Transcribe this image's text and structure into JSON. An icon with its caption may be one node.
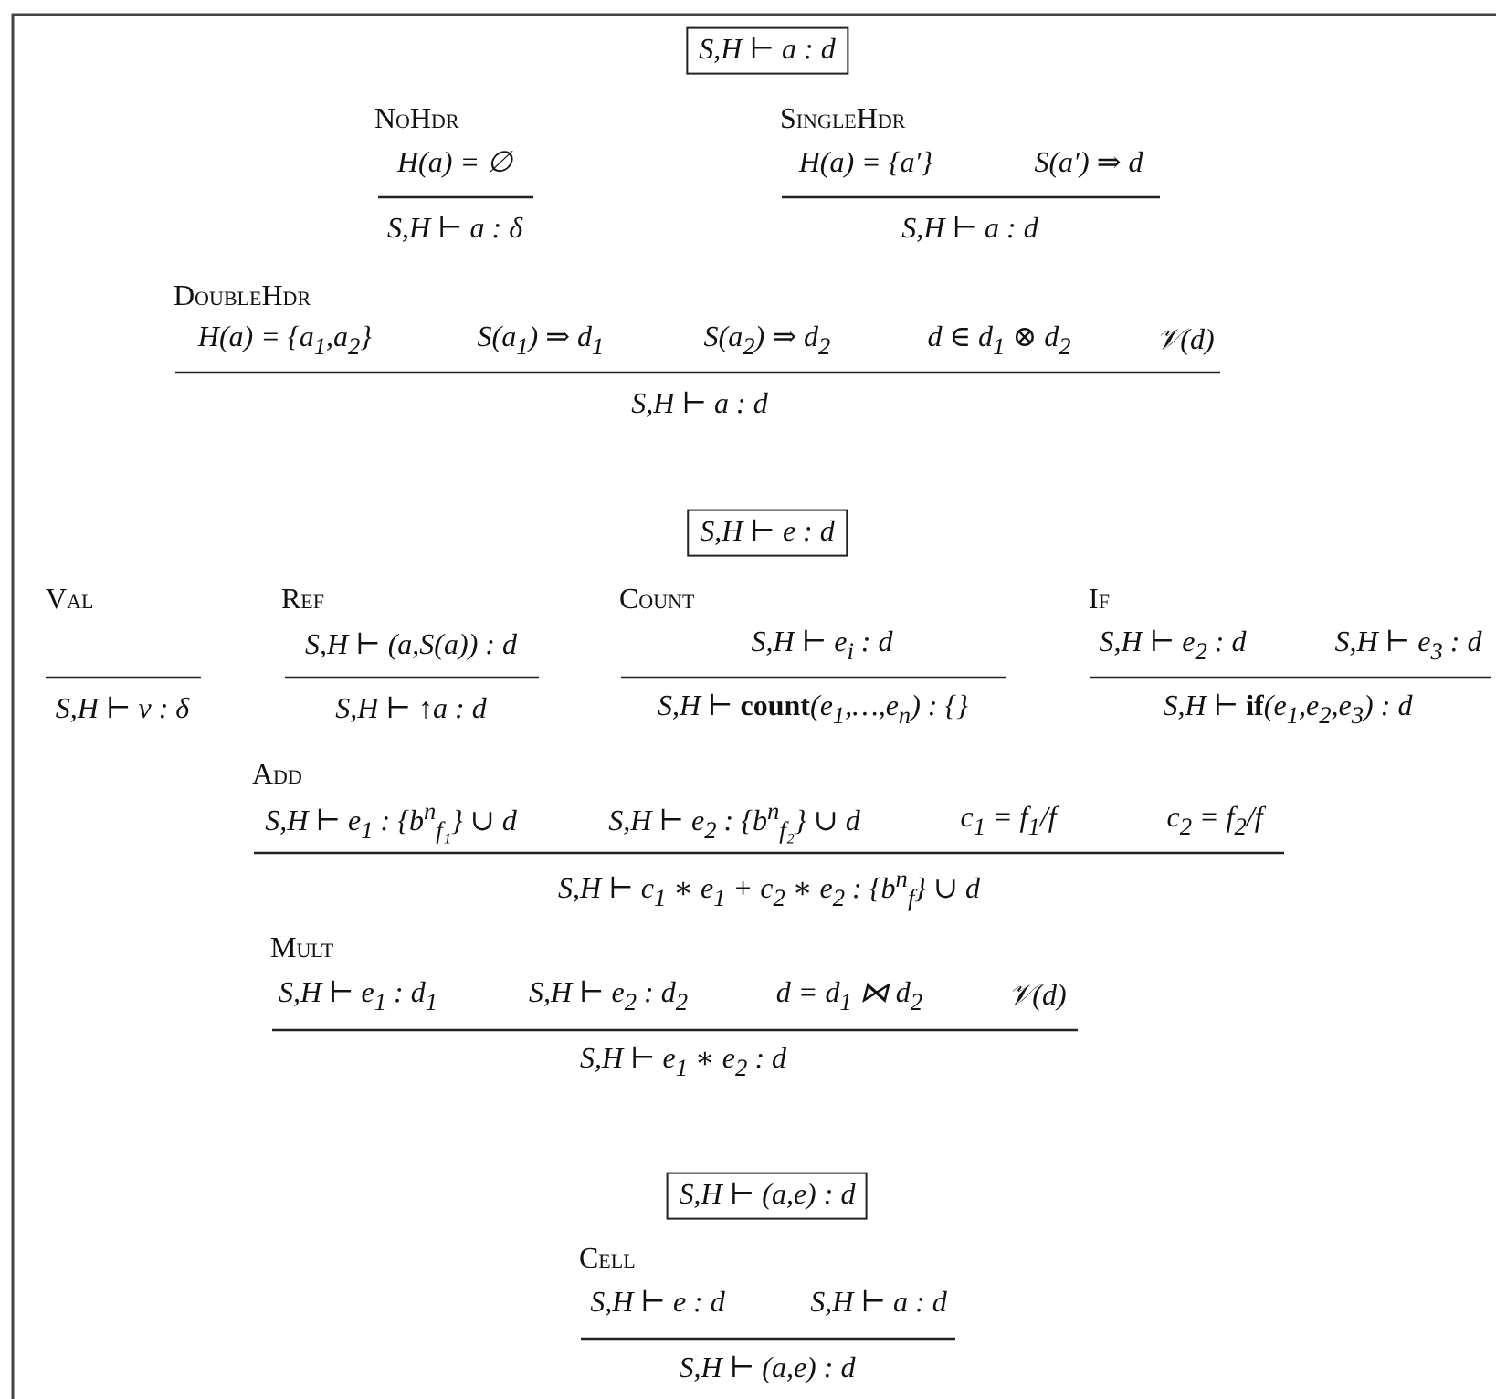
{
  "diagram": {
    "nodes": [
      {
        "text": [
          "S,H ⊢ a : d"
        ]
      },
      {
        "text": [
          "S,H ⊢ e : d"
        ]
      },
      {
        "text": [
          "S,H ⊢ (a,e) : d"
        ]
      }
    ],
    "labels": [
      "NoHdr",
      "SingleHdr",
      "H(a) = ∅",
      "H(a) = {a′}",
      "S(a′) ⇒ d",
      "S,H ⊢ a : δ",
      "S,H ⊢ a : d",
      "DoubleHdr",
      "H(a) = {a$_{1}$,a$_{2}$}",
      "S(a$_{1}$) ⇒ d$_{1}$",
      "S(a$_{2}$) ⇒ d$_{2}$",
      "d ∈ d$_{1}$ ⊗ d$_{2}$",
      "𝒱(d)",
      "S,H ⊢ a : d",
      "Val",
      "Ref",
      "Count",
      "If",
      "S,H ⊢ (a,S(a)) : d",
      "S,H ⊢ e$_{i}$ : d",
      "S,H ⊢ e$_{2}$ : d",
      "S,H ⊢ e$_{3}$ : d",
      "S,H ⊢ v : δ",
      "S,H ⊢ ↑a : d",
      "S,H ⊢ **count**(e$_{1}$,…,e$_{n}$) : {}",
      "S,H ⊢ **if**(e$_{1}$,e$_{2}$,e$_{3}$) : d",
      "Add",
      "S,H ⊢ e$_{1}$ : {b$^{n}$$_{f₁}$} ∪ d",
      "S,H ⊢ e$_{2}$ : {b$^{n}$$_{f₂}$} ∪ d",
      "c$_{1}$ = f$_{1}$/f",
      "c$_{2}$ = f$_{2}$/f",
      "S,H ⊢ c$_{1}$ ∗ e$_{1}$ + c$_{2}$ ∗ e$_{2}$ : {b$^{n}$$_{f}$} ∪ d",
      "Mult",
      "S,H ⊢ e$_{1}$ : d$_{1}$",
      "S,H ⊢ e$_{2}$ : d$_{2}$",
      "d = d$_{1}$ ⋈ d$_{2}$",
      "𝒱(d)",
      "S,H ⊢ e$_{1}$ ∗ e$_{2}$ : d",
      "Cell",
      "S,H ⊢ e : d",
      "S,H ⊢ a : d",
      "S,H ⊢ (a,e) : d"
    ]
  }
}
